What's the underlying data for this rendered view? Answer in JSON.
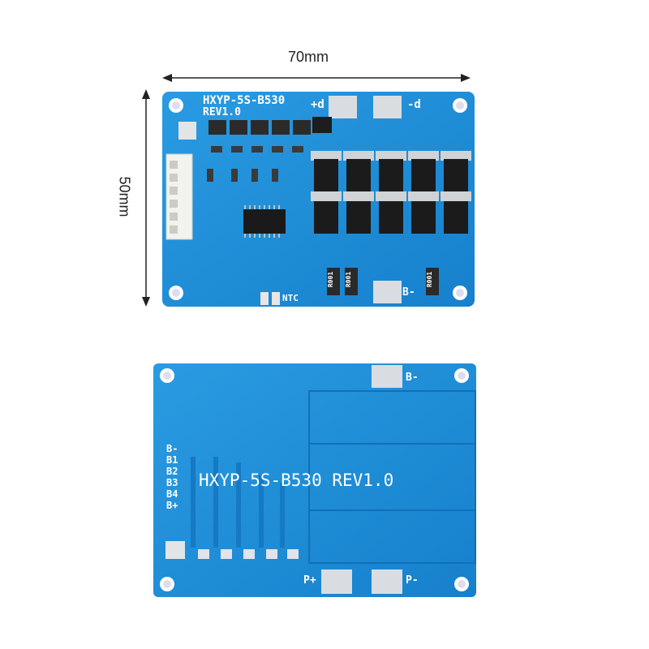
{
  "dimensions": {
    "width_label": "70mm",
    "height_label": "50mm"
  },
  "top_board": {
    "model": "HXYP-5S-B530",
    "revision": "REV1.0",
    "pad_plus_d": "+d",
    "pad_minus_d": "-d",
    "pad_b_minus": "B-",
    "ntc_label": "NTC",
    "resistor_label": "R001"
  },
  "bottom_board": {
    "title": "HXYP-5S-B530 REV1.0",
    "pad_b_minus": "B-",
    "pad_p_plus": "P+",
    "pad_p_minus": "P-",
    "side_labels": [
      "B-",
      "B1",
      "B2",
      "B3",
      "B4",
      "B+"
    ]
  },
  "colors": {
    "pcb_blue": "#1d8fd8",
    "pcb_blue_dark": "#1577c0",
    "silkscreen": "#ffffff",
    "pad_silver": "#d9dde1"
  }
}
